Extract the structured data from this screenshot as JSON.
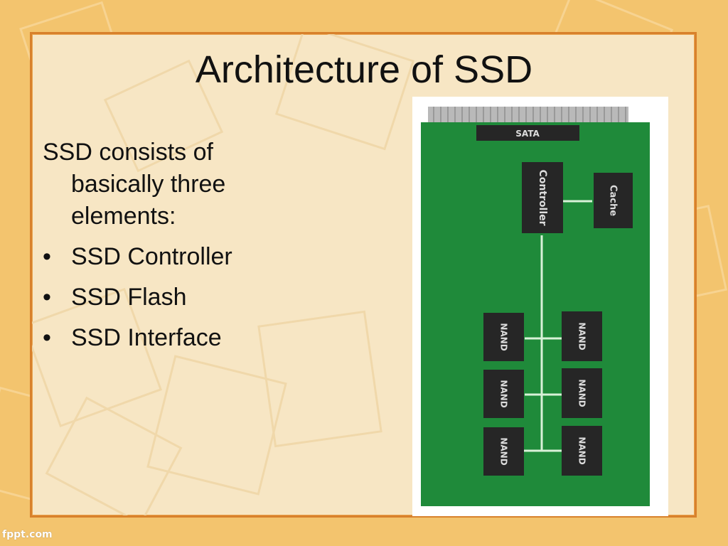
{
  "slide": {
    "title": "Architecture of SSD",
    "intro": "SSD consists of basically three elements:",
    "bullets": [
      "SSD Controller",
      "SSD Flash",
      "SSD Interface"
    ],
    "bullet_glyph": "•"
  },
  "diagram": {
    "interface_label": "SATA",
    "controller_label": "Controller",
    "cache_label": "Cache",
    "nand_labels": [
      "NAND",
      "NAND",
      "NAND",
      "NAND",
      "NAND",
      "NAND"
    ],
    "colors": {
      "board": "#1f8a3a",
      "chip": "#262626",
      "connector": "#b9b9b9",
      "bus": "#d8f1d8"
    }
  },
  "footer": {
    "logo_text": "fppt.com"
  }
}
